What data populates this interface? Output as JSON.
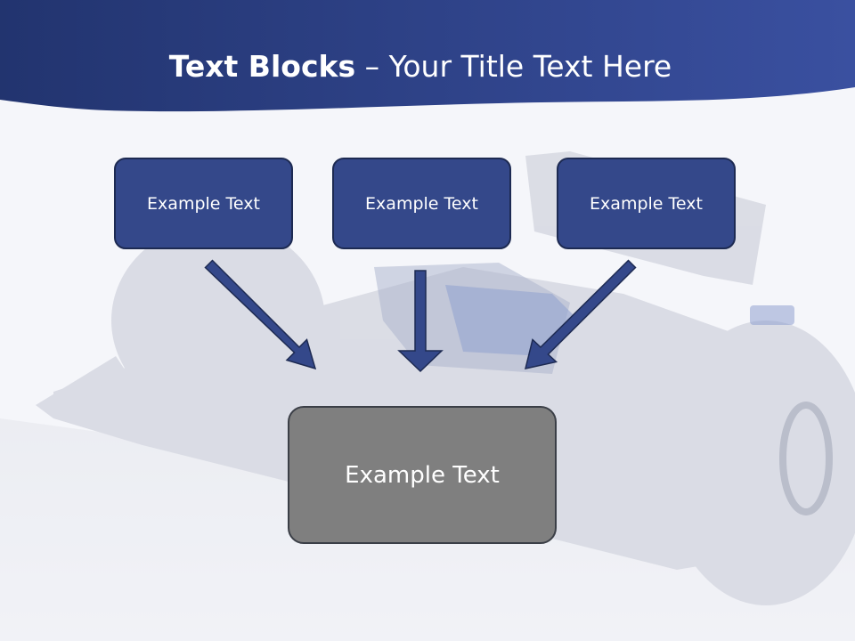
{
  "slide": {
    "title_bold": "Text Blocks",
    "title_sep": " – ",
    "title_rest": "Your Title Text Here"
  },
  "blocks": [
    {
      "label": "Example Text"
    },
    {
      "label": "Example Text"
    },
    {
      "label": "Example Text"
    }
  ],
  "main_block": {
    "label": "Example Text"
  },
  "colors": {
    "header": "#2b3e82",
    "block_fill": "#34488a",
    "main_fill": "#7f7f7f",
    "arrow": "#34488a",
    "background": "#f5f6fa"
  },
  "decor": {
    "background_image": "race-car-image"
  }
}
